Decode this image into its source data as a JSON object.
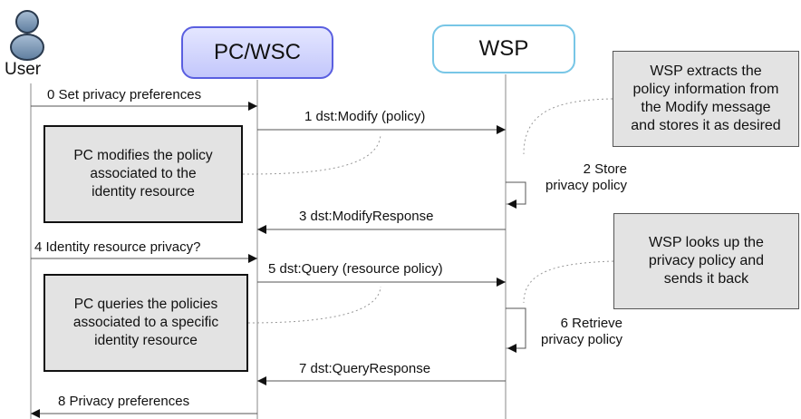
{
  "actors": {
    "user": "User",
    "pc": "PC/WSC",
    "wsp": "WSP"
  },
  "messages": [
    {
      "id": "m0",
      "label": "0 Set privacy preferences"
    },
    {
      "id": "m1",
      "label": "1 dst:Modify (policy)"
    },
    {
      "id": "m2",
      "label": "2 Store\nprivacy policy"
    },
    {
      "id": "m3",
      "label": "3 dst:ModifyResponse"
    },
    {
      "id": "m4",
      "label": "4 Identity resource privacy?"
    },
    {
      "id": "m5",
      "label": "5 dst:Query (resource policy)"
    },
    {
      "id": "m6",
      "label": "6 Retrieve\nprivacy policy"
    },
    {
      "id": "m7",
      "label": "7 dst:QueryResponse"
    },
    {
      "id": "m8",
      "label": "8 Privacy preferences"
    }
  ],
  "notes": {
    "pc_modify": "PC modifies the policy\nassociated to the\nidentity resource",
    "pc_query": "PC queries the policies\nassociated to a specific\nidentity resource",
    "wsp_extract": "WSP extracts the\npolicy information from\nthe Modify message\nand stores it as desired",
    "wsp_lookup": "WSP looks up the\nprivacy policy and\nsends it back"
  },
  "colors": {
    "pc_fill": "#c3c7fb",
    "pc_border": "#5a5fe0",
    "wsp_border": "#78c6e6",
    "user_icon": "#7e99b8",
    "note_fill": "#e3e3e3"
  }
}
